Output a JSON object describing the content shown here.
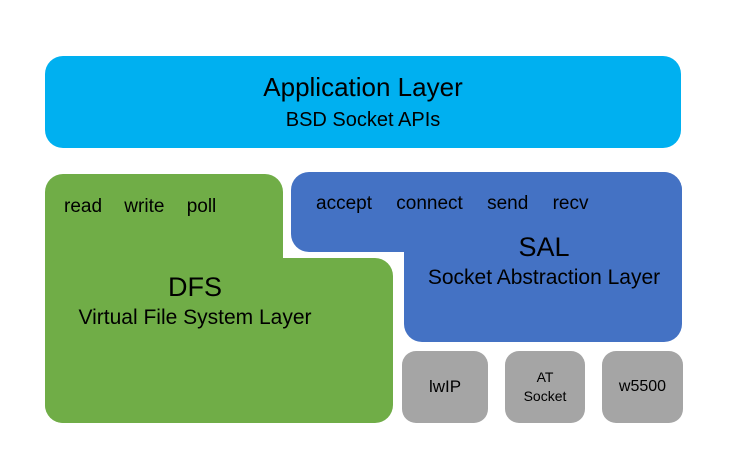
{
  "app_layer": {
    "title": "Application Layer",
    "subtitle": "BSD Socket APIs"
  },
  "dfs_layer": {
    "ops": "read write poll",
    "acronym": "DFS",
    "name": "Virtual File System Layer"
  },
  "sal_layer": {
    "ops": "accept connect send recv",
    "acronym": "SAL",
    "name": "Socket Abstraction Layer"
  },
  "backends": [
    {
      "label": "lwIP"
    },
    {
      "label": "AT Socket"
    },
    {
      "label": "w5500"
    }
  ],
  "colors": {
    "application_layer": "#00B0F0",
    "dfs_layer": "#70AD47",
    "sal_layer": "#4472C4",
    "backend": "#A5A5A5",
    "text": "#000000",
    "background": "#FFFFFF"
  }
}
